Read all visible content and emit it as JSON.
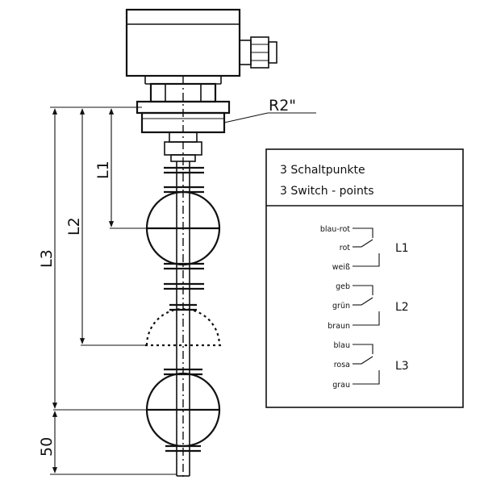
{
  "labels": {
    "thread": "R2\"",
    "dim_l1": "L1",
    "dim_l2": "L2",
    "dim_l3": "L3",
    "dim_50": "50"
  },
  "legend": {
    "title_de": "3 Schaltpunkte",
    "title_en": "3 Switch - points",
    "groups": [
      {
        "label": "L1",
        "wires": [
          "blau-rot",
          "rot",
          "weiß"
        ]
      },
      {
        "label": "L2",
        "wires": [
          "geb",
          "grün",
          "braun"
        ]
      },
      {
        "label": "L3",
        "wires": [
          "blau",
          "rosa",
          "grau"
        ]
      }
    ]
  }
}
